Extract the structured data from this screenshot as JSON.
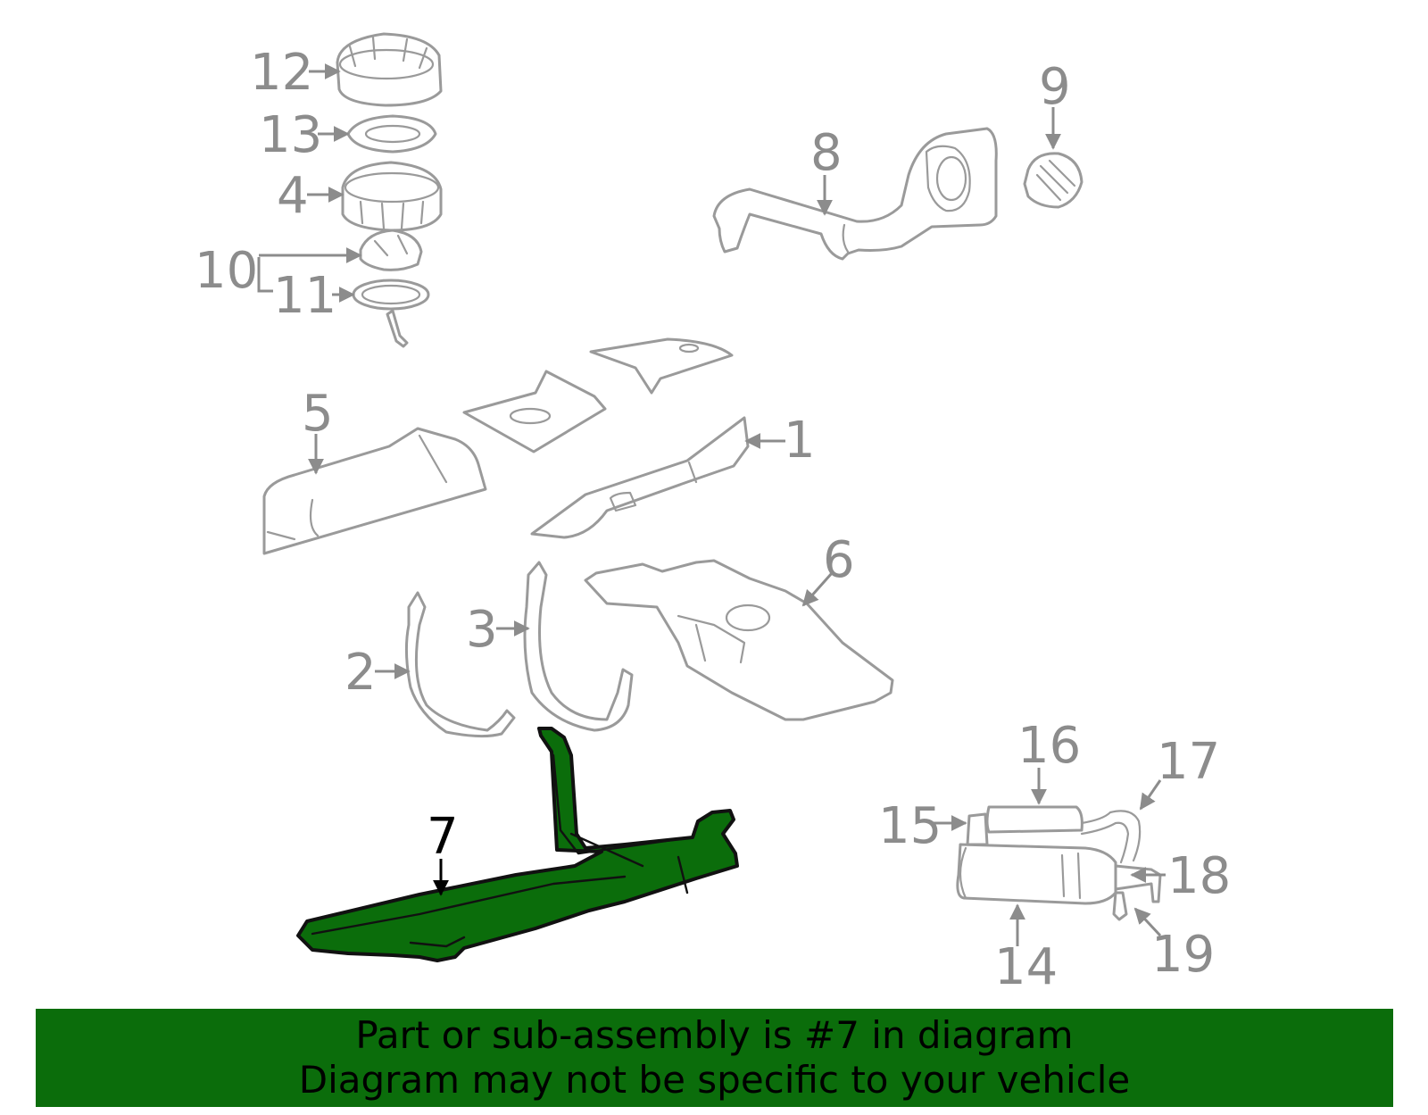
{
  "callouts": {
    "c1": "1",
    "c2": "2",
    "c3": "3",
    "c4": "4",
    "c5": "5",
    "c6": "6",
    "c7": "7",
    "c8": "8",
    "c9": "9",
    "c10": "10",
    "c11": "11",
    "c12": "12",
    "c13": "13",
    "c14": "14",
    "c15": "15",
    "c16": "16",
    "c17": "17",
    "c18": "18",
    "c19": "19"
  },
  "highlighted_part": "7",
  "banner": {
    "line1": "Part or sub-assembly is #7 in diagram",
    "line2": "Diagram may not be specific to your vehicle"
  },
  "colors": {
    "highlight": "#0b6d0b",
    "part_outline": "#9a9a9a",
    "banner": "#0b6d0b"
  }
}
